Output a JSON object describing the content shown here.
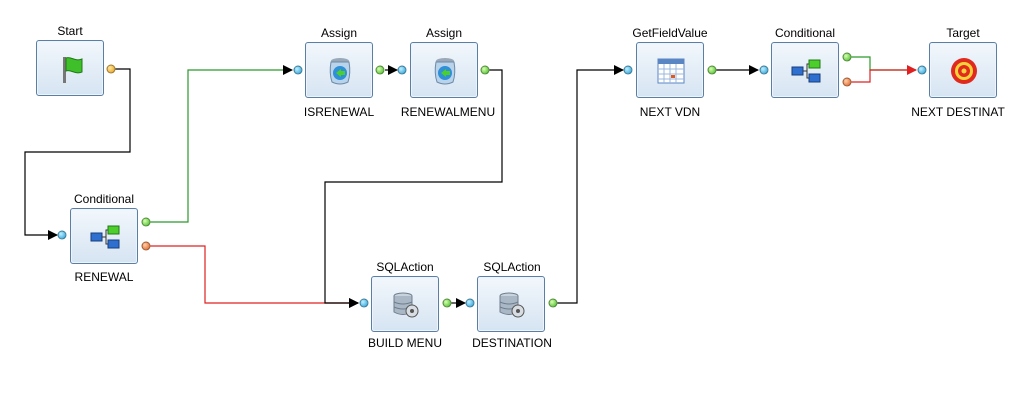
{
  "colors": {
    "default_edge": "#000000",
    "true_edge": "#2a9a2a",
    "false_edge": "#e02020",
    "node_border": "#5a7fa6"
  },
  "nodes": [
    {
      "id": "start",
      "type": "Start",
      "name": "",
      "icon": "green-flag-icon"
    },
    {
      "id": "cond-renewal",
      "type": "Conditional",
      "name": "RENEWAL",
      "icon": "conditional-branch-icon"
    },
    {
      "id": "assign-isrenewal",
      "type": "Assign",
      "name": "ISRENEWAL",
      "icon": "assign-jar-icon"
    },
    {
      "id": "assign-renewalmenu",
      "type": "Assign",
      "name": "RENEWALMENU",
      "icon": "assign-jar-icon"
    },
    {
      "id": "sql-build-menu",
      "type": "SQLAction",
      "name": "BUILD MENU",
      "icon": "database-gear-icon"
    },
    {
      "id": "sql-destination",
      "type": "SQLAction",
      "name": "DESTINATION",
      "icon": "database-gear-icon"
    },
    {
      "id": "getfield-next-vdn",
      "type": "GetFieldValue",
      "name": "NEXT VDN",
      "icon": "calendar-grid-icon"
    },
    {
      "id": "cond-2",
      "type": "Conditional",
      "name": "",
      "icon": "conditional-branch-icon"
    },
    {
      "id": "target",
      "type": "Target",
      "name": "NEXT DESTINAT",
      "icon": "target-bullseye-icon"
    }
  ],
  "edges": [
    {
      "from": "start",
      "to": "cond-renewal",
      "kind": "default"
    },
    {
      "from": "cond-renewal",
      "to": "assign-isrenewal",
      "kind": "true"
    },
    {
      "from": "cond-renewal",
      "to": "sql-build-menu",
      "kind": "false"
    },
    {
      "from": "assign-isrenewal",
      "to": "assign-renewalmenu",
      "kind": "default"
    },
    {
      "from": "assign-renewalmenu",
      "to": "sql-build-menu",
      "kind": "default"
    },
    {
      "from": "sql-build-menu",
      "to": "sql-destination",
      "kind": "default"
    },
    {
      "from": "sql-destination",
      "to": "getfield-next-vdn",
      "kind": "default"
    },
    {
      "from": "getfield-next-vdn",
      "to": "cond-2",
      "kind": "default"
    },
    {
      "from": "cond-2",
      "to": "target",
      "kind": "true"
    },
    {
      "from": "cond-2",
      "to": "target",
      "kind": "false"
    }
  ]
}
